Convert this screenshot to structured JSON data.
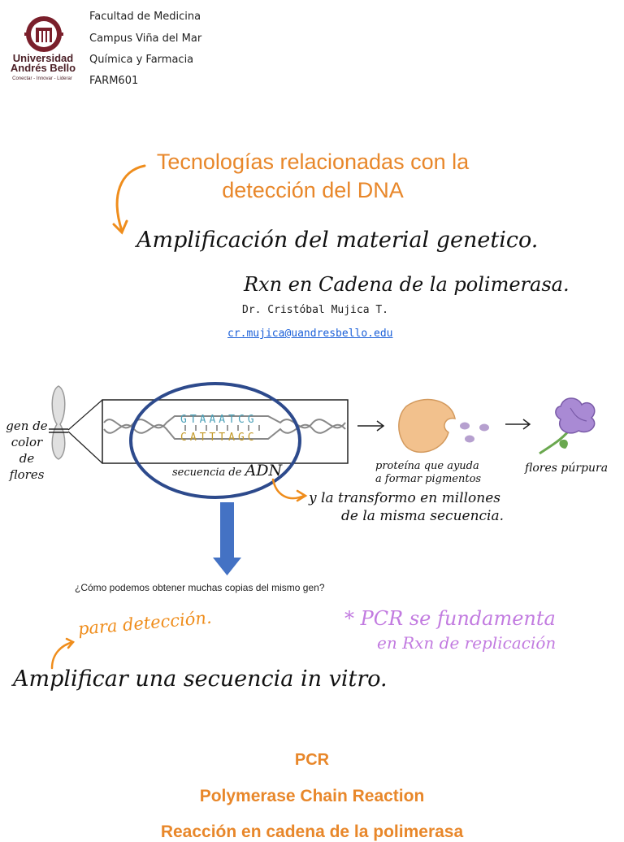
{
  "logo": {
    "name_line1": "Universidad",
    "name_line2": "Andrés Bello",
    "tagline": "Conectar - Innovar - Liderar"
  },
  "header": {
    "lines": [
      "Facultad de Medicina",
      "Campus Viña del Mar",
      "Química y Farmacia",
      "FARM601"
    ]
  },
  "title": {
    "line1": "Tecnologías relacionadas con la",
    "line2": "detección del DNA"
  },
  "notes": {
    "amplificacion": "Amplificación del material genetico.",
    "rxn": "Rxn en Cadena de la polimerasa.",
    "y_la_transformo_1": "y la transformo en millones",
    "y_la_transformo_2": "de la misma secuencia.",
    "para_deteccion": "para detección.",
    "pcr_se_1": "* PCR se fundamenta",
    "pcr_se_2": "en Rxn de replicación",
    "amplificar": "Amplificar una secuencia in vitro."
  },
  "author": {
    "name": "Dr. Cristóbal Mujica T.",
    "email": "cr.mujica@uandresbello.edu"
  },
  "diagram": {
    "gen_label_1": "gen de",
    "gen_label_2": "color",
    "gen_label_3": "de flores",
    "seq_top": "GTAAATCG",
    "seq_bottom": "CATTTAGC",
    "secuencia_label": "secuencia de",
    "adn_label": "ADN",
    "proteina_label_1": "proteína que ayuda",
    "proteina_label_2": "a formar pigmentos",
    "flores_label": "flores púrpura"
  },
  "question": "¿Cómo podemos obtener muchas copias del mismo gen?",
  "pcr": {
    "acronym": "PCR",
    "english": "Polymerase Chain Reaction",
    "spanish": "Reacción en cadena de la polimerasa"
  },
  "colors": {
    "orange": "#e8872a",
    "purple": "#c27be0",
    "blue_circle": "#2d4a8c",
    "arrow_blue": "#4472c4",
    "link": "#1a5fd8"
  }
}
